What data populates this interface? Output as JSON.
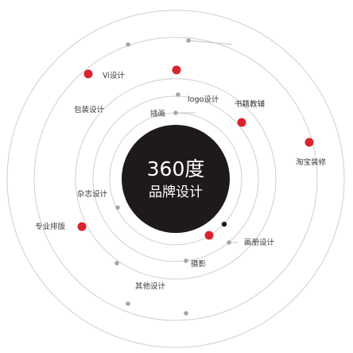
{
  "hub": {
    "title": "360度",
    "subtitle": "品牌设计"
  },
  "services": [
    {
      "id": "vi",
      "label": "Vi设计"
    },
    {
      "id": "packaging",
      "label": "包装设计"
    },
    {
      "id": "illustration",
      "label": "插画"
    },
    {
      "id": "logo",
      "label": "logo设计"
    },
    {
      "id": "book",
      "label": "书籍教辅"
    },
    {
      "id": "taobao",
      "label": "淘宝装修"
    },
    {
      "id": "magazine",
      "label": "杂志设计"
    },
    {
      "id": "layout",
      "label": "专业排版"
    },
    {
      "id": "album",
      "label": "画册设计"
    },
    {
      "id": "photo",
      "label": "摄影"
    },
    {
      "id": "other",
      "label": "其他设计"
    }
  ],
  "colors": {
    "hub": "#1e1a19",
    "accent": "#d9232e",
    "marker_gray": "#a6a6a6",
    "orbit": "#cfcfcf"
  }
}
